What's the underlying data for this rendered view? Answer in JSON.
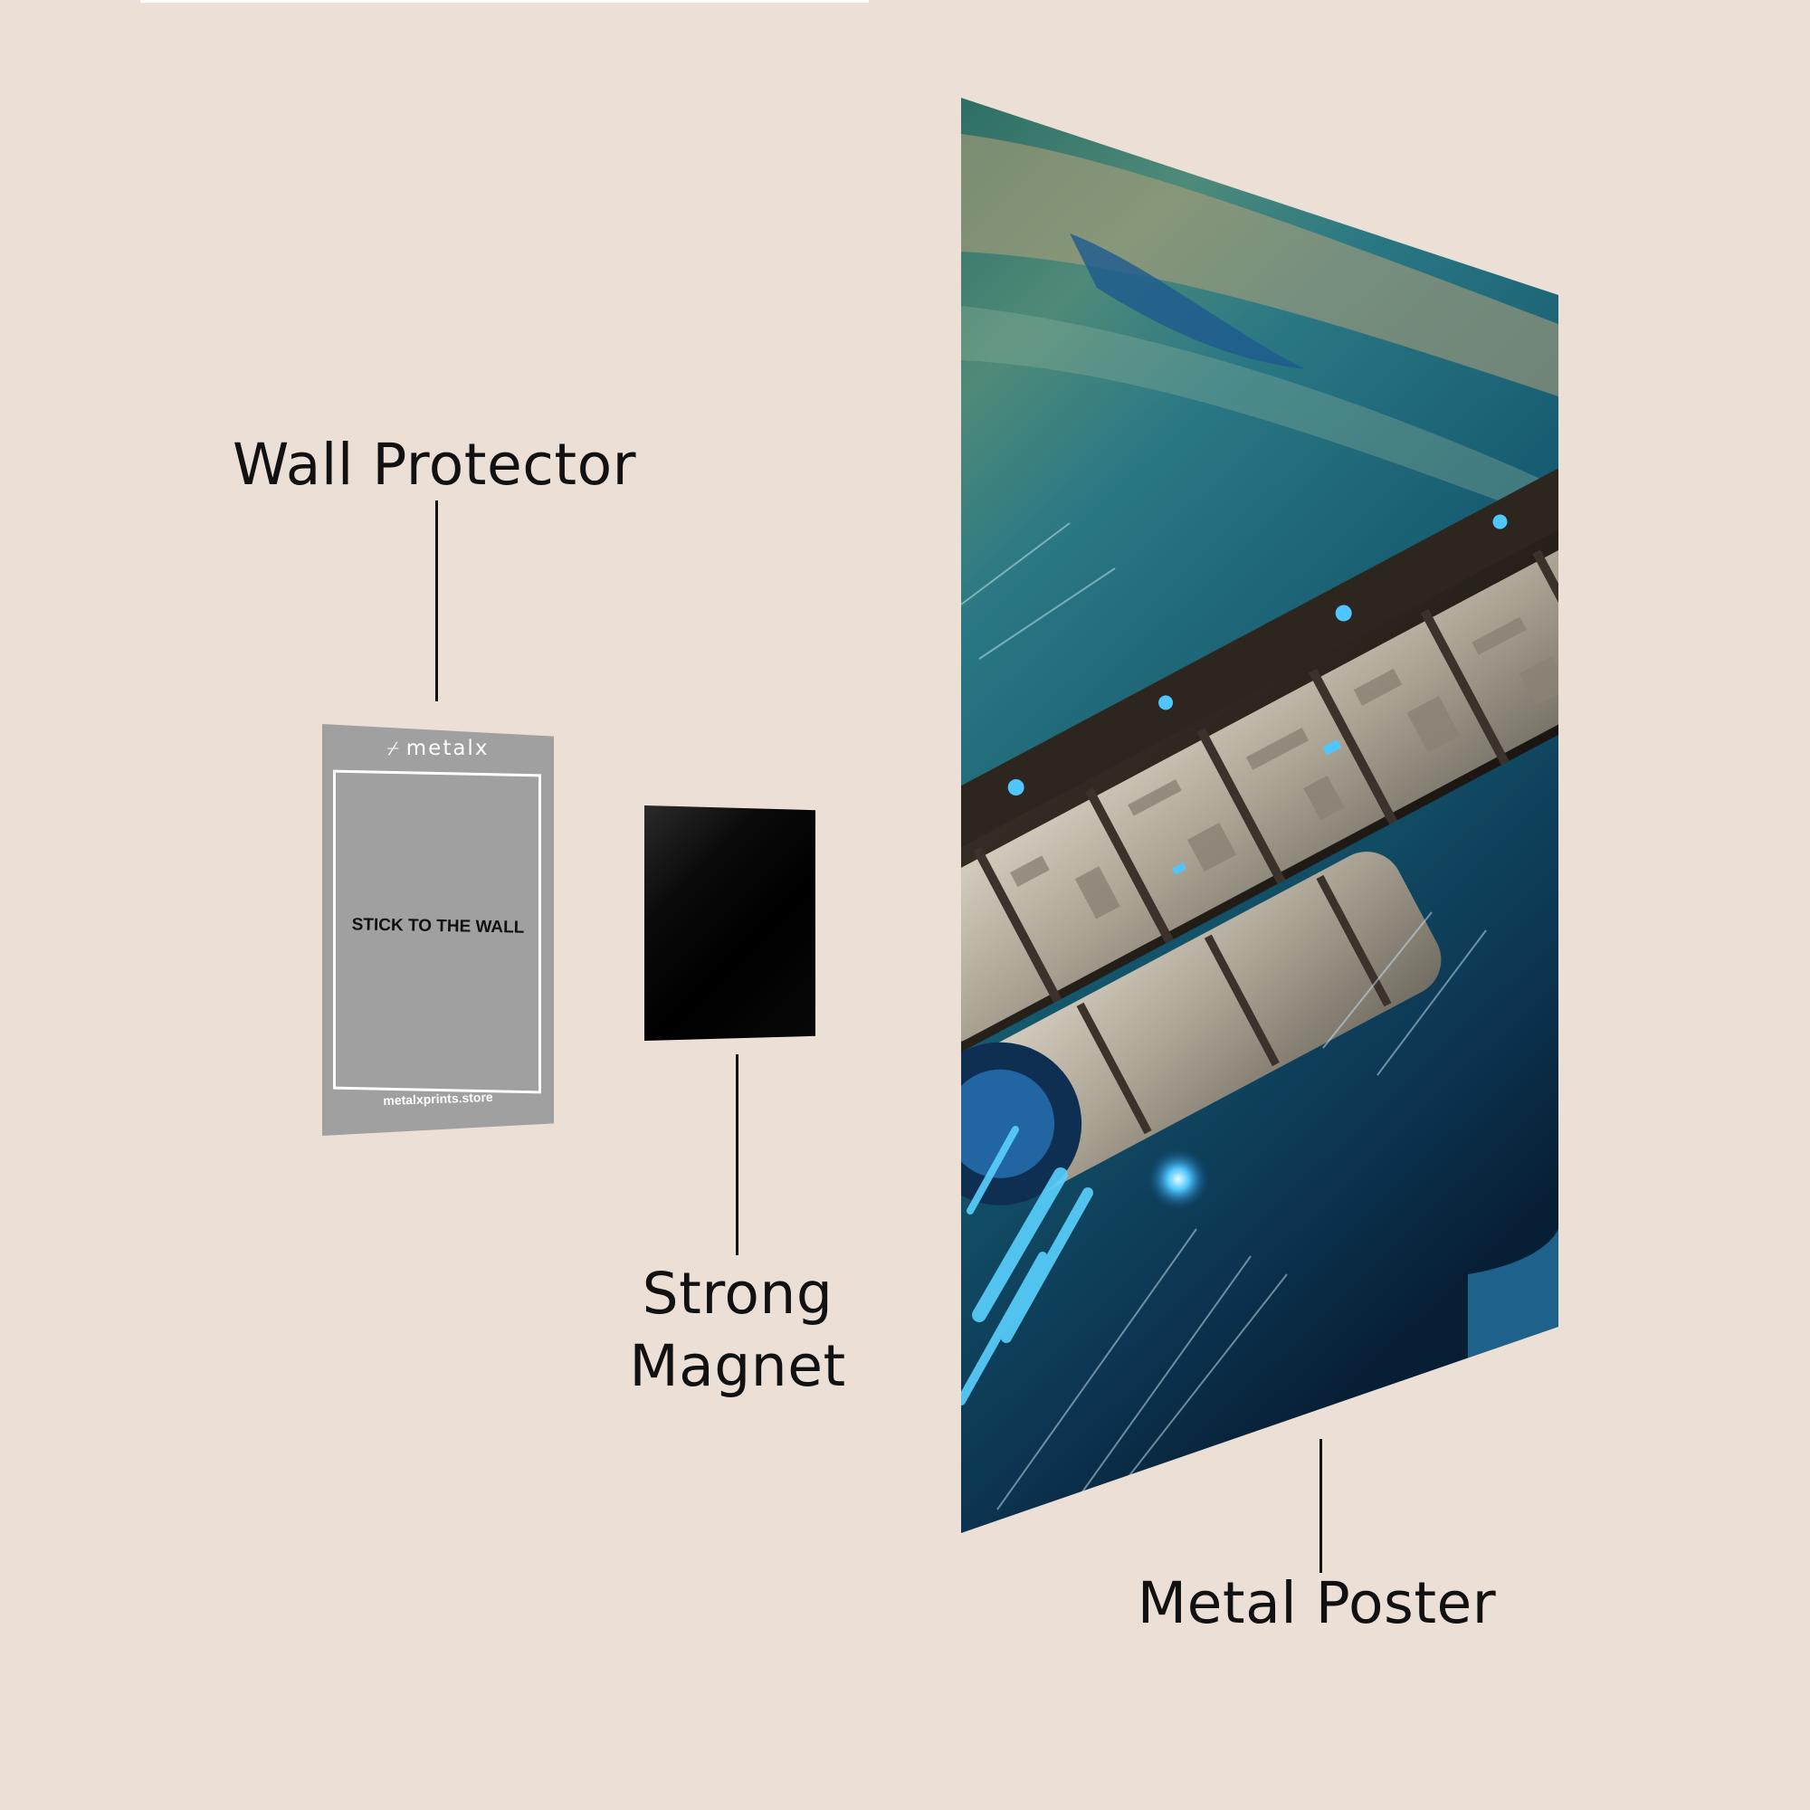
{
  "labels": {
    "wall_protector": "Wall Protector",
    "strong": "Strong",
    "magnet": "Magnet",
    "metal_poster": "Metal Poster"
  },
  "protector": {
    "brand": "metalx",
    "brand_icon": "metalx-logo-icon",
    "instruction": "STICK TO THE WALL",
    "website": "metalxprints.store"
  },
  "poster": {
    "subject": "spaceship-over-planet-artwork"
  },
  "colors": {
    "background": "#ebdfd6",
    "protector": "#a0a0a0",
    "magnet": "#000000",
    "text": "#111111",
    "poster_teal": "#1f6f78",
    "engine_glow": "#35b6ff"
  }
}
